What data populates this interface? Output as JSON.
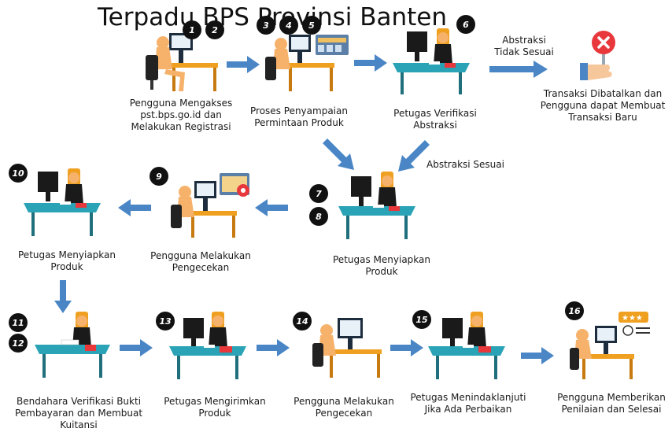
{
  "title": "Terpadu BPS Provinsi Banten",
  "steps": [
    {
      "numbers": [
        "1",
        "2"
      ],
      "caption": "Pengguna Mengakses pst.bps.go.id dan Melakukan Registrasi"
    },
    {
      "numbers": [
        "3",
        "4",
        "5"
      ],
      "caption": "Proses Penyampaian Permintaan Produk"
    },
    {
      "numbers": [
        "6"
      ],
      "caption": "Petugas Verifikasi Abstraksi"
    },
    {
      "numbers": [],
      "caption": "Transaksi Dibatalkan dan Pengguna dapat Membuat Transaksi Baru"
    },
    {
      "numbers": [
        "7",
        "8"
      ],
      "caption": "Petugas Menyiapkan Produk"
    },
    {
      "numbers": [
        "9"
      ],
      "caption": "Pengguna Melakukan Pengecekan"
    },
    {
      "numbers": [
        "10"
      ],
      "caption": "Petugas Menyiapkan Produk"
    },
    {
      "numbers": [
        "11",
        "12"
      ],
      "caption": "Bendahara Verifikasi Bukti Pembayaran dan Membuat Kuitansi"
    },
    {
      "numbers": [
        "13"
      ],
      "caption": "Petugas Mengirimkan Produk"
    },
    {
      "numbers": [
        "14"
      ],
      "caption": "Pengguna Melakukan Pengecekan"
    },
    {
      "numbers": [
        "15"
      ],
      "caption": "Petugas Menindaklanjuti Jika Ada Perbaikan"
    },
    {
      "numbers": [
        "16"
      ],
      "caption": "Pengguna Memberikan Penilaian dan Selesai"
    }
  ],
  "labels": {
    "not_suitable": "Abstraksi Tidak Sesuai",
    "suitable": "Abstraksi Sesuai"
  },
  "colors": {
    "arrow": "#4a86c5",
    "desk_orange": "#f0a020",
    "desk_teal": "#2aa3b6",
    "reject": "#e8383c",
    "number_badge": "#111111"
  }
}
